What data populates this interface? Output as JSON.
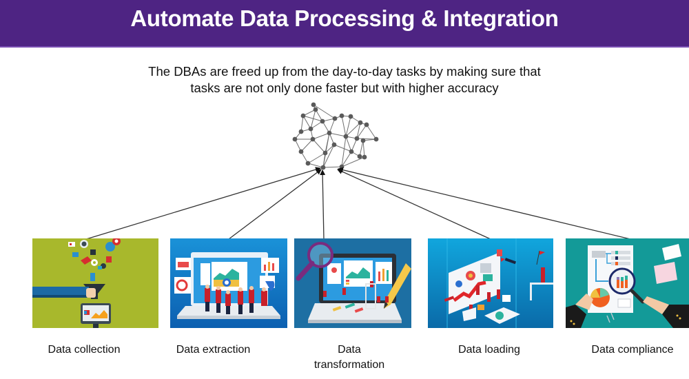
{
  "header": {
    "title": "Automate Data Processing & Integration",
    "background_color": "#4e2483"
  },
  "subtitle": {
    "line1": "The DBAs are freed up from the day-to-day tasks by making sure that",
    "line2": "tasks are not only done faster but with higher accuracy"
  },
  "hub": {
    "icon": "network-graph-icon",
    "node_color": "#5a5a5a"
  },
  "steps": [
    {
      "label": "Data collection",
      "icon": "funnel-data-collection-illustration",
      "bg_color": "#a8b82c"
    },
    {
      "label": "Data extraction",
      "icon": "laptop-dashboard-team-illustration",
      "bg_color": "#1478c8"
    },
    {
      "label_line1": "Data",
      "label_line2": "transformation",
      "icon": "laptop-magnifier-pencil-illustration",
      "bg_color": "#1b6fa6"
    },
    {
      "label": "Data loading",
      "icon": "isometric-analytics-board-illustration",
      "bg_color": "#1296cf"
    },
    {
      "label": "Data compliance",
      "icon": "report-magnifier-hands-illustration",
      "bg_color": "#139a98"
    }
  ]
}
